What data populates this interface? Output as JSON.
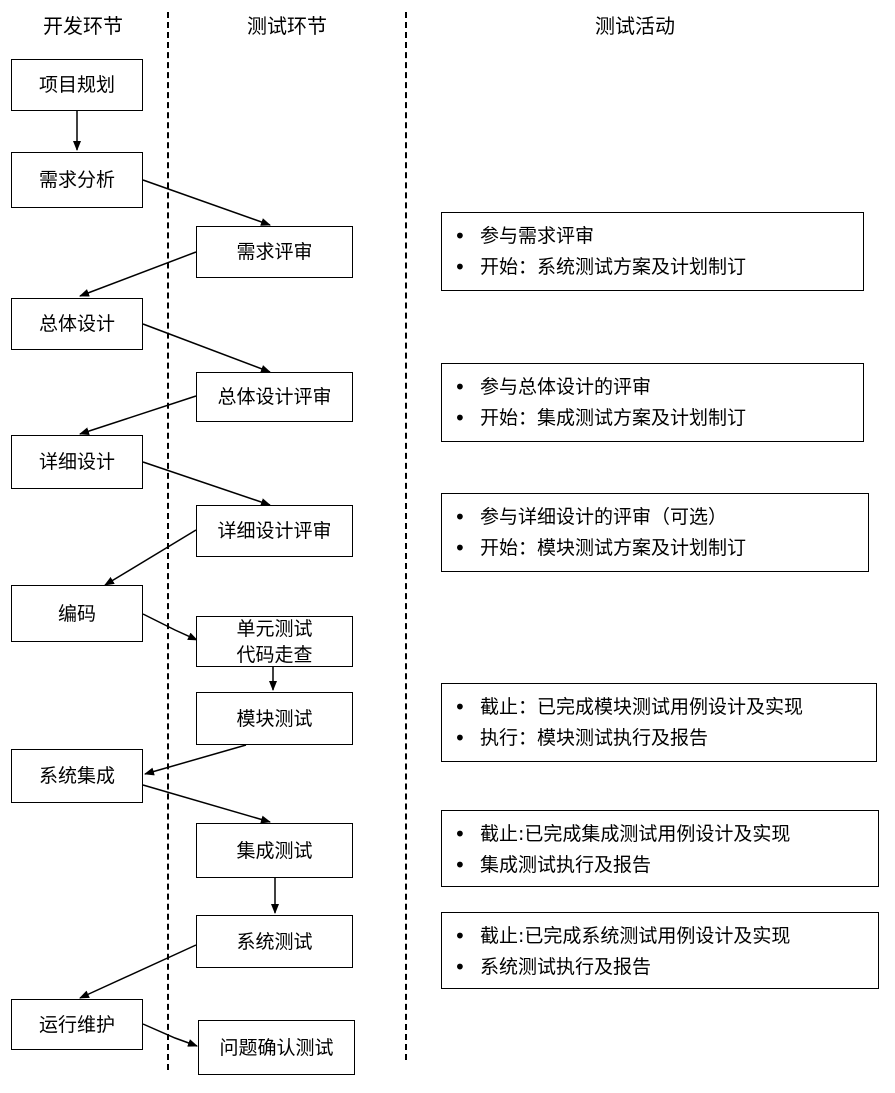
{
  "headers": {
    "dev": "开发环节",
    "test": "测试环节",
    "activity": "测试活动"
  },
  "dev_stages": [
    {
      "label": "项目规划"
    },
    {
      "label": "需求分析"
    },
    {
      "label": "总体设计"
    },
    {
      "label": "详细设计"
    },
    {
      "label": "编码"
    },
    {
      "label": "系统集成"
    },
    {
      "label": "运行维护"
    }
  ],
  "test_stages": [
    {
      "label": "需求评审"
    },
    {
      "label": "总体设计评审"
    },
    {
      "label": "详细设计评审"
    },
    {
      "line1": "单元测试",
      "line2": "代码走查"
    },
    {
      "label": "模块测试"
    },
    {
      "label": "集成测试"
    },
    {
      "label": "系统测试"
    },
    {
      "label": "问题确认测试"
    }
  ],
  "activities": [
    {
      "items": [
        "参与需求评审",
        "开始：系统测试方案及计划制订"
      ]
    },
    {
      "items": [
        "参与总体设计的评审",
        "开始：集成测试方案及计划制订"
      ]
    },
    {
      "items": [
        "参与详细设计的评审（可选）",
        "开始：模块测试方案及计划制订"
      ]
    },
    {
      "items": [
        "截止：已完成模块测试用例设计及实现",
        "执行：模块测试执行及报告"
      ]
    },
    {
      "items": [
        "截止:已完成集成测试用例设计及实现",
        "集成测试执行及报告"
      ]
    },
    {
      "items": [
        "截止:已完成系统测试用例设计及实现",
        "系统测试执行及报告"
      ]
    }
  ]
}
